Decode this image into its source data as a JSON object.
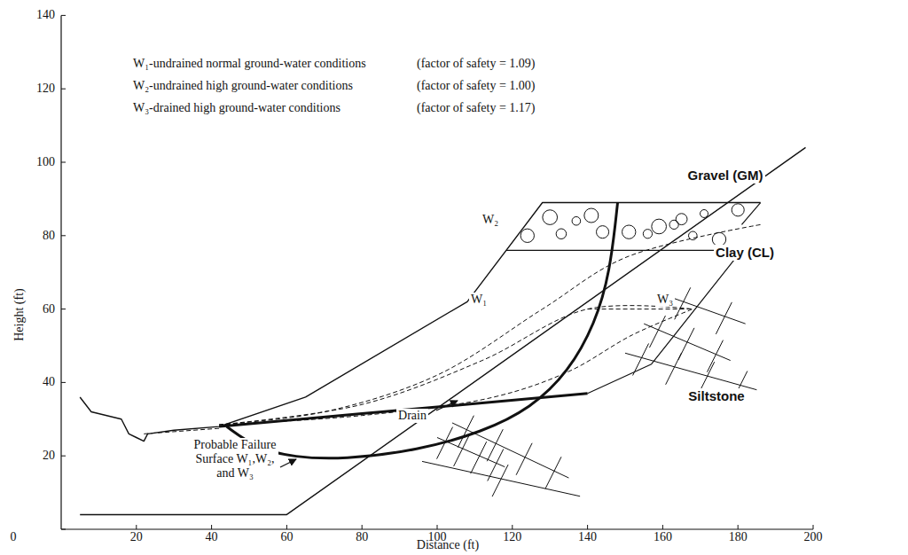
{
  "diagram": {
    "labels": [
      "W₁-undrained normal ground-water conditions",
      "(factor of safety = 1.09)",
      "W₂-undrained high ground-water conditions",
      "(factor of safety = 1.00)",
      "W₃-drained high ground-water conditions",
      "(factor of safety = 1.17)",
      "Gravel (GM)",
      "Clay (CL)",
      "Siltstone",
      "W₂",
      "W₁",
      "W₃",
      "Drain",
      "Probable Failure Surface W₁,W₂, and W₃",
      "Height (ft)",
      "Distance (ft)",
      "0",
      "20",
      "40",
      "60",
      "80",
      "100",
      "120",
      "140",
      "20",
      "40",
      "60",
      "80",
      "100",
      "120",
      "140",
      "160",
      "180",
      "200"
    ]
  }
}
